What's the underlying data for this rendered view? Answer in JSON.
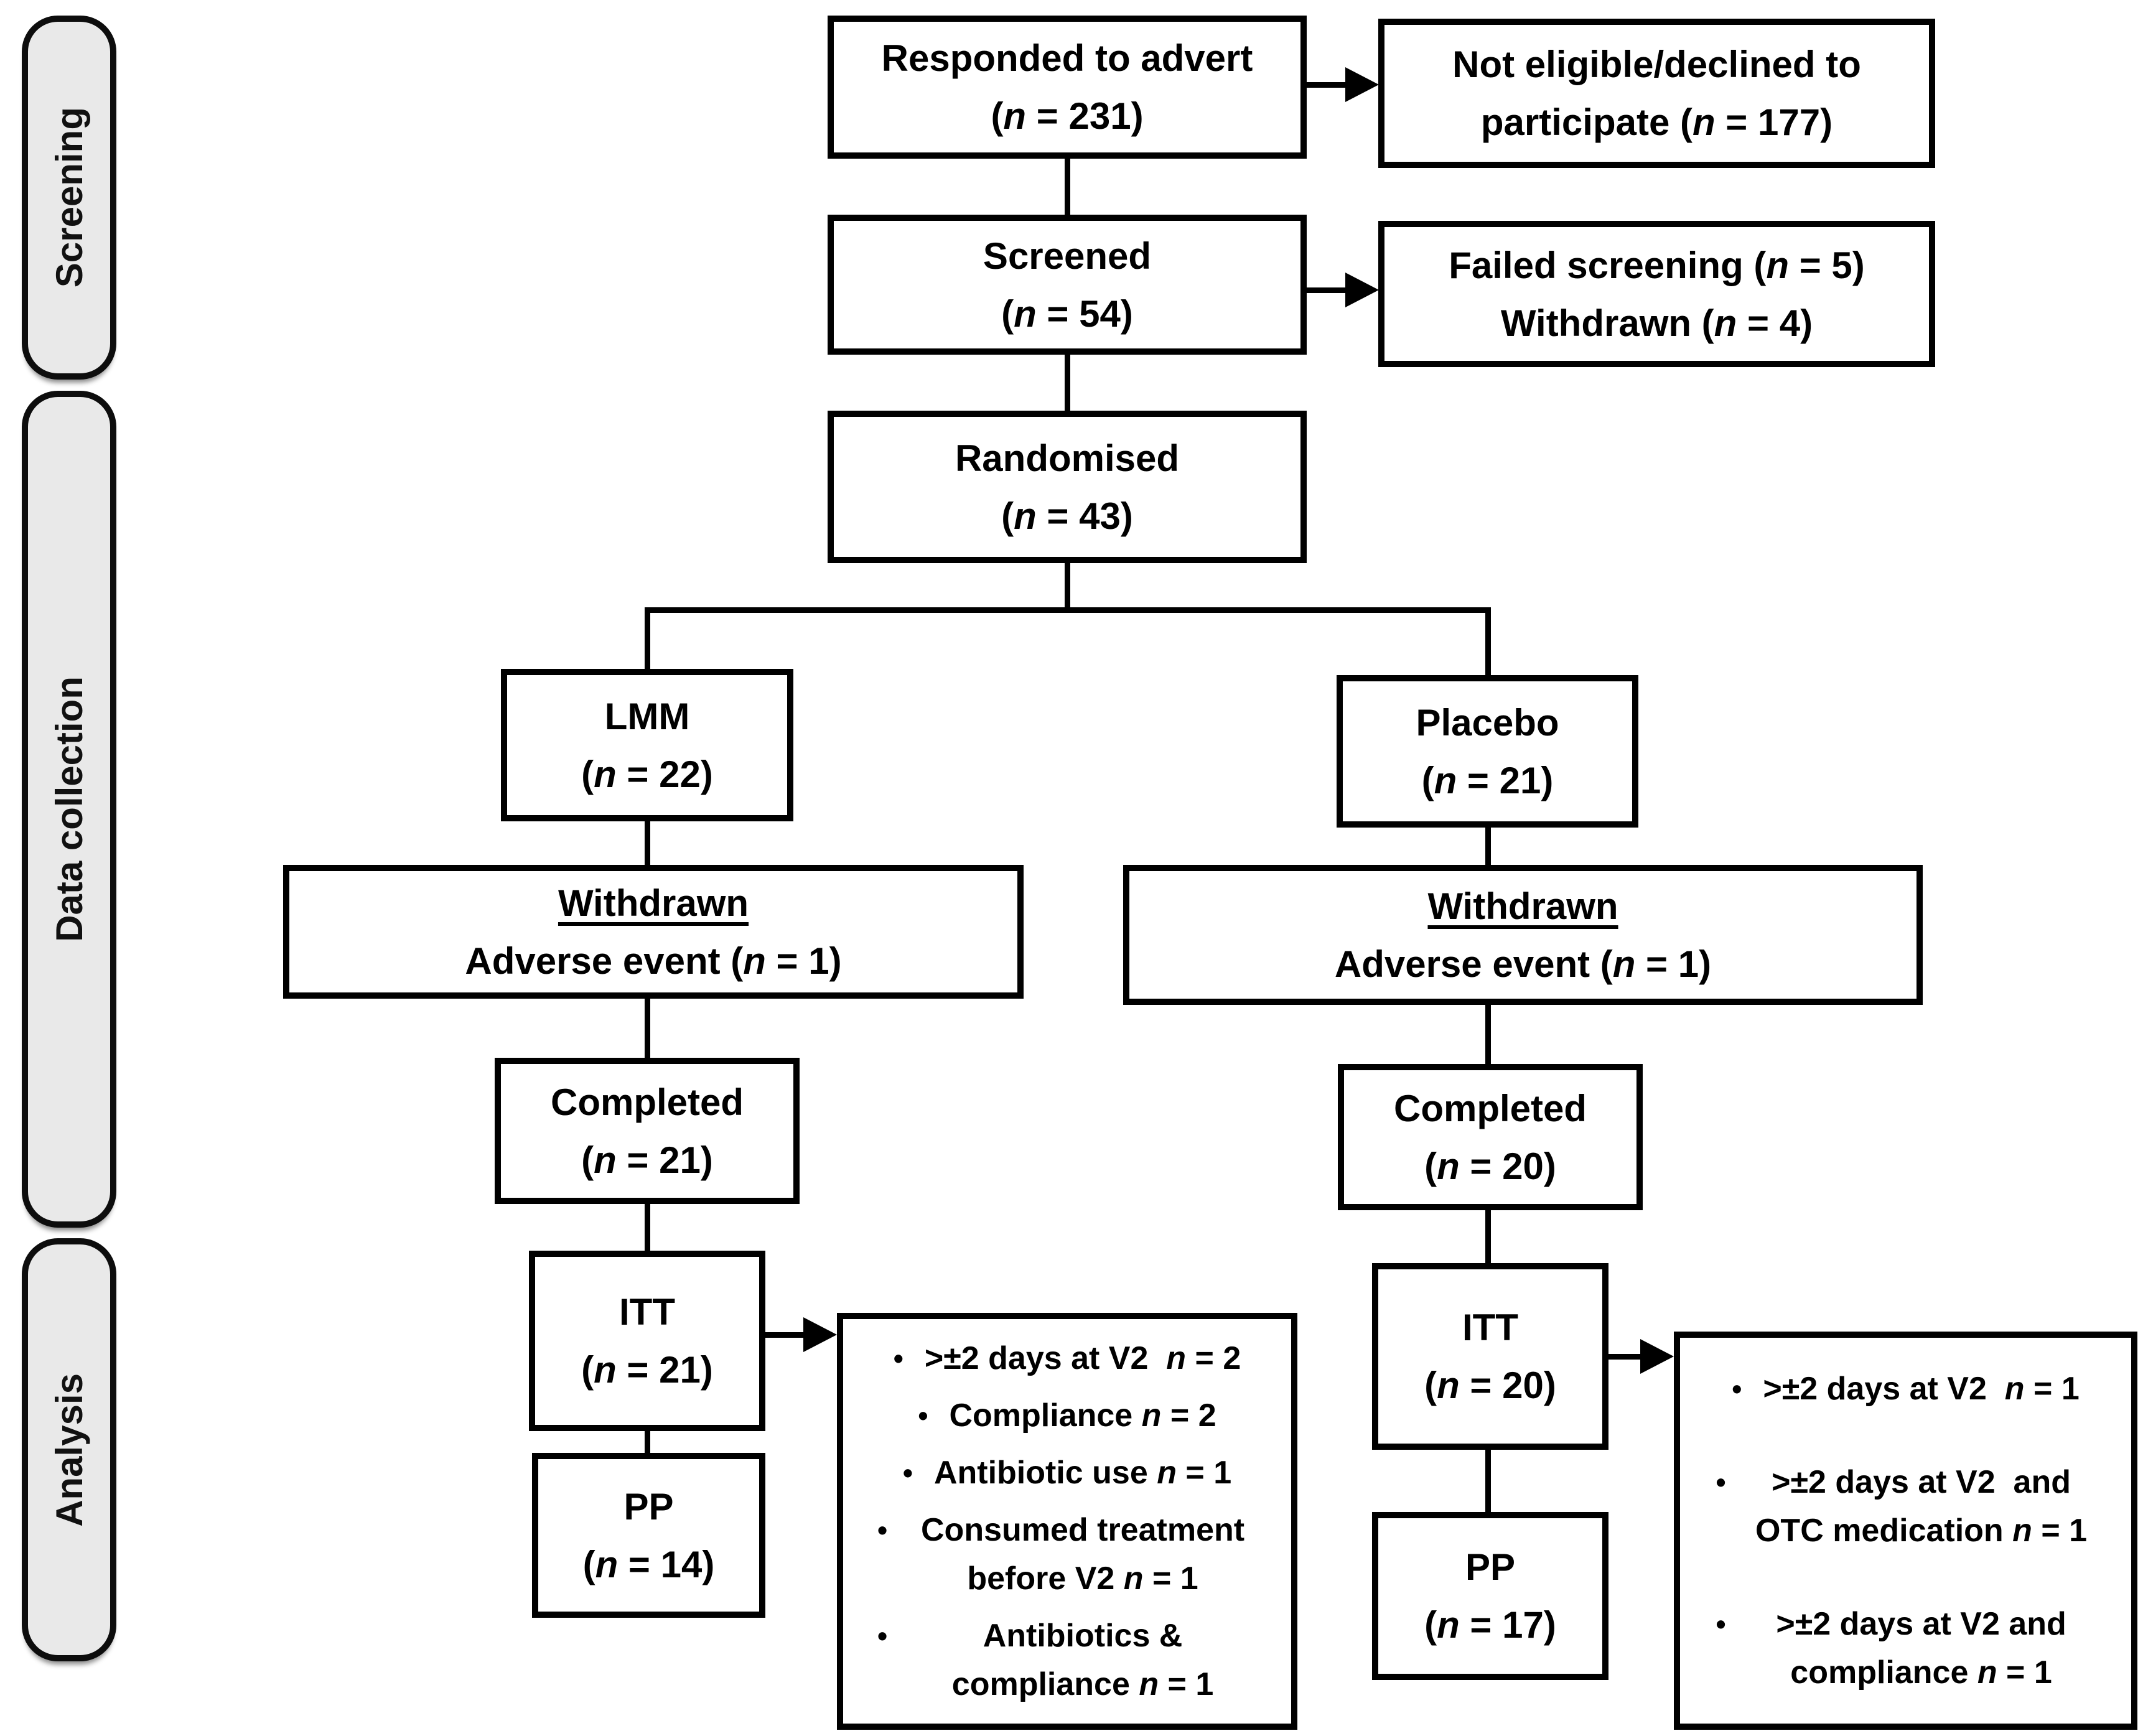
{
  "phases": [
    {
      "label": "Screening"
    },
    {
      "label": "Data collection"
    },
    {
      "label": "Analysis"
    }
  ],
  "bullet_glyph": "•",
  "colors": {
    "box_border": "#000000",
    "phase_fill": "#e9e9e9",
    "background": "#ffffff",
    "text": "#000000"
  },
  "boxes": {
    "responded": {
      "lines": [
        {
          "pre": "Responded to advert"
        },
        {
          "pre": "(",
          "sym": "n",
          "post": " = 231)"
        }
      ]
    },
    "not_eligible": {
      "lines": [
        {
          "pre": "Not eligible/declined to"
        },
        {
          "pre": "participate (",
          "sym": "n",
          "post": " = 177)"
        }
      ]
    },
    "screened": {
      "lines": [
        {
          "pre": "Screened"
        },
        {
          "pre": "(",
          "sym": "n",
          "post": " = 54)"
        }
      ]
    },
    "failed_screening": {
      "lines": [
        {
          "pre": "Failed screening (",
          "sym": "n",
          "post": " = 5)"
        },
        {
          "pre": "Withdrawn (",
          "sym": "n",
          "post": " = 4)"
        }
      ]
    },
    "randomised": {
      "lines": [
        {
          "pre": "Randomised"
        },
        {
          "pre": "(",
          "sym": "n",
          "post": " = 43)"
        }
      ]
    },
    "lmm": {
      "lines": [
        {
          "pre": "LMM"
        },
        {
          "pre": "(",
          "sym": "n",
          "post": " = 22)"
        }
      ]
    },
    "placebo": {
      "lines": [
        {
          "pre": "Placebo"
        },
        {
          "pre": "(",
          "sym": "n",
          "post": " = 21)"
        }
      ]
    },
    "withdrawn_lmm": {
      "lines": [
        {
          "pre": "Withdrawn"
        },
        {
          "pre": "Adverse event (",
          "sym": "n",
          "post": " = 1)"
        }
      ]
    },
    "withdrawn_placebo": {
      "lines": [
        {
          "pre": "Withdrawn"
        },
        {
          "pre": "Adverse event (",
          "sym": "n",
          "post": " = 1)"
        }
      ]
    },
    "completed_lmm": {
      "lines": [
        {
          "pre": "Completed"
        },
        {
          "pre": "(",
          "sym": "n",
          "post": " = 21)"
        }
      ]
    },
    "completed_placebo": {
      "lines": [
        {
          "pre": "Completed"
        },
        {
          "pre": "(",
          "sym": "n",
          "post": " = 20)"
        }
      ]
    },
    "itt_lmm": {
      "lines": [
        {
          "pre": "ITT"
        },
        {
          "pre": "(",
          "sym": "n",
          "post": " = 21)"
        }
      ]
    },
    "itt_placebo": {
      "lines": [
        {
          "pre": "ITT"
        },
        {
          "pre": "(",
          "sym": "n",
          "post": " = 20)"
        }
      ]
    },
    "pp_lmm": {
      "lines": [
        {
          "pre": "PP"
        },
        {
          "pre": "(",
          "sym": "n",
          "post": " = 14)"
        }
      ]
    },
    "pp_placebo": {
      "lines": [
        {
          "pre": "PP"
        },
        {
          "pre": "(",
          "sym": "n",
          "post": " = 17)"
        }
      ]
    },
    "exclusions_lmm": {
      "bullets": [
        {
          "pre": ">±2 days at V2  ",
          "sym": "n",
          "post": " = 2"
        },
        {
          "pre": "Compliance ",
          "sym": "n",
          "post": " = 2"
        },
        {
          "pre": "Antibiotic use ",
          "sym": "n",
          "post": " = 1"
        },
        {
          "pre": "Consumed treatment before V2 ",
          "sym": "n",
          "post": " = 1"
        },
        {
          "pre": "Antibiotics & compliance ",
          "sym": "n",
          "post": " = 1"
        }
      ]
    },
    "exclusions_placebo": {
      "bullets": [
        {
          "pre": ">±2 days at V2  ",
          "sym": "n",
          "post": " = 1"
        },
        {
          "pre": ">±2 days at V2  and OTC medication ",
          "sym": "n",
          "post": " = 1"
        },
        {
          "pre": ">±2 days at V2 and compliance ",
          "sym": "n",
          "post": " = 1"
        }
      ]
    }
  }
}
